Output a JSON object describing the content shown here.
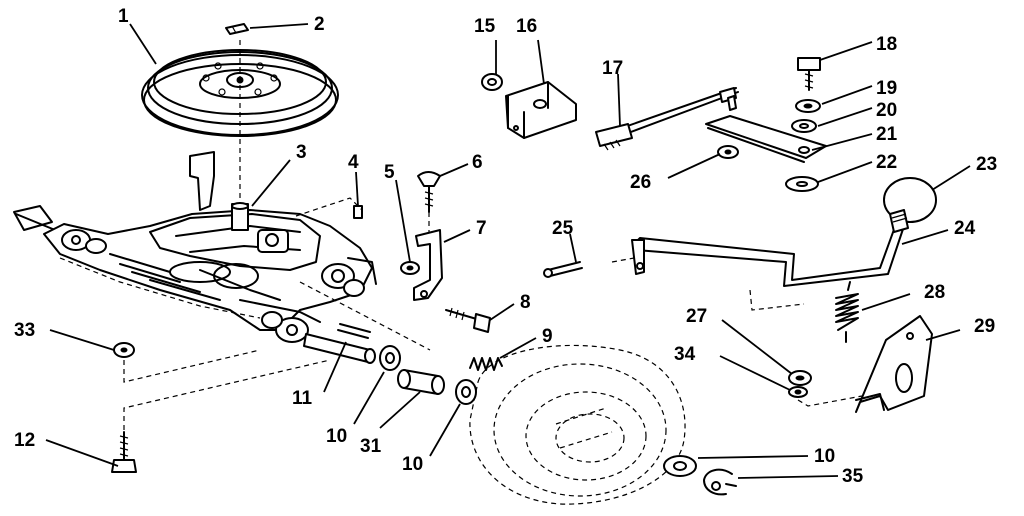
{
  "callouts": [
    {
      "id": "c1",
      "text": "1"
    },
    {
      "id": "c2",
      "text": "2"
    },
    {
      "id": "c3",
      "text": "3"
    },
    {
      "id": "c4",
      "text": "4"
    },
    {
      "id": "c5",
      "text": "5"
    },
    {
      "id": "c6",
      "text": "6"
    },
    {
      "id": "c7",
      "text": "7"
    },
    {
      "id": "c8",
      "text": "8"
    },
    {
      "id": "c9",
      "text": "9"
    },
    {
      "id": "c10a",
      "text": "10"
    },
    {
      "id": "c10b",
      "text": "10"
    },
    {
      "id": "c10c",
      "text": "10"
    },
    {
      "id": "c11",
      "text": "11"
    },
    {
      "id": "c12",
      "text": "12"
    },
    {
      "id": "c15",
      "text": "15"
    },
    {
      "id": "c16",
      "text": "16"
    },
    {
      "id": "c17",
      "text": "17"
    },
    {
      "id": "c18",
      "text": "18"
    },
    {
      "id": "c19",
      "text": "19"
    },
    {
      "id": "c20",
      "text": "20"
    },
    {
      "id": "c21",
      "text": "21"
    },
    {
      "id": "c22",
      "text": "22"
    },
    {
      "id": "c23",
      "text": "23"
    },
    {
      "id": "c24",
      "text": "24"
    },
    {
      "id": "c25",
      "text": "25"
    },
    {
      "id": "c26",
      "text": "26"
    },
    {
      "id": "c27",
      "text": "27"
    },
    {
      "id": "c28",
      "text": "28"
    },
    {
      "id": "c29",
      "text": "29"
    },
    {
      "id": "c31",
      "text": "31"
    },
    {
      "id": "c33",
      "text": "33"
    },
    {
      "id": "c34",
      "text": "34"
    },
    {
      "id": "c35",
      "text": "35"
    }
  ]
}
